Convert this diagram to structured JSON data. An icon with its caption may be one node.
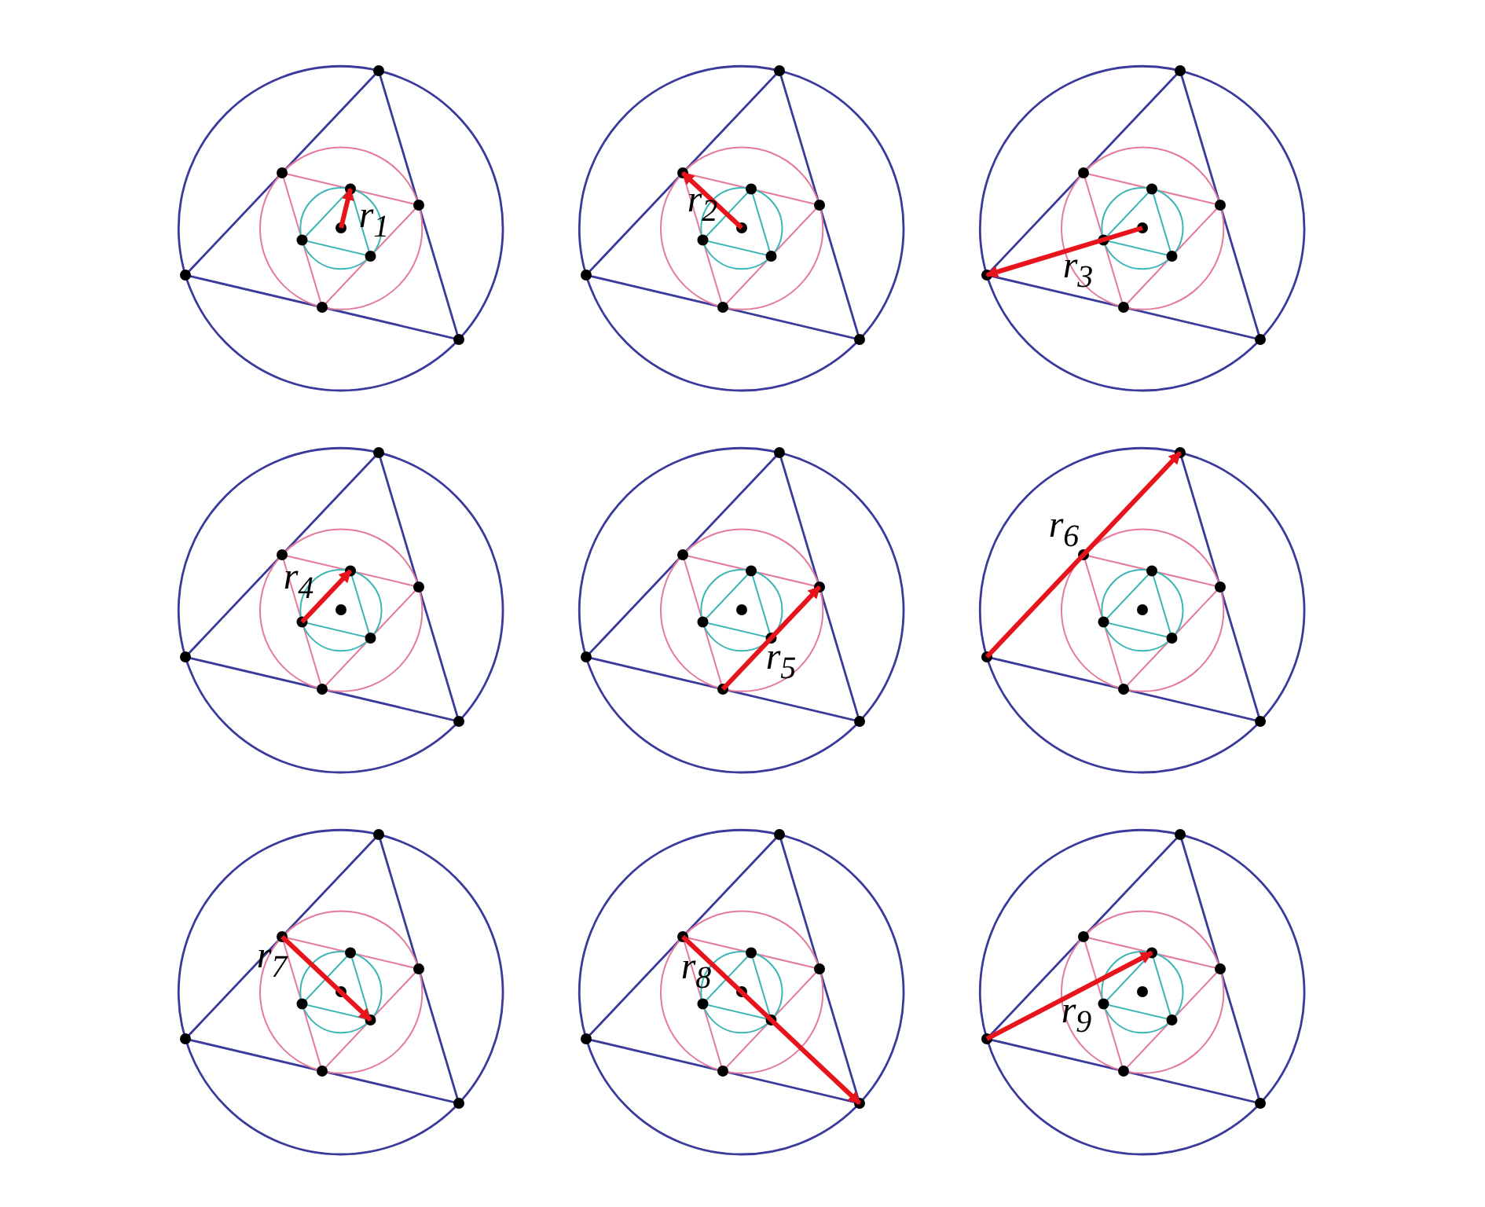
{
  "diagram": {
    "labels": [
      "r$_{1}$",
      "r$_{2}$",
      "r$_{3}$",
      "r$_{4}$",
      "r$_{5}$",
      "r$_{6}$",
      "r$_{7}$",
      "r$_{8}$",
      "r$_{9}$"
    ]
  }
}
